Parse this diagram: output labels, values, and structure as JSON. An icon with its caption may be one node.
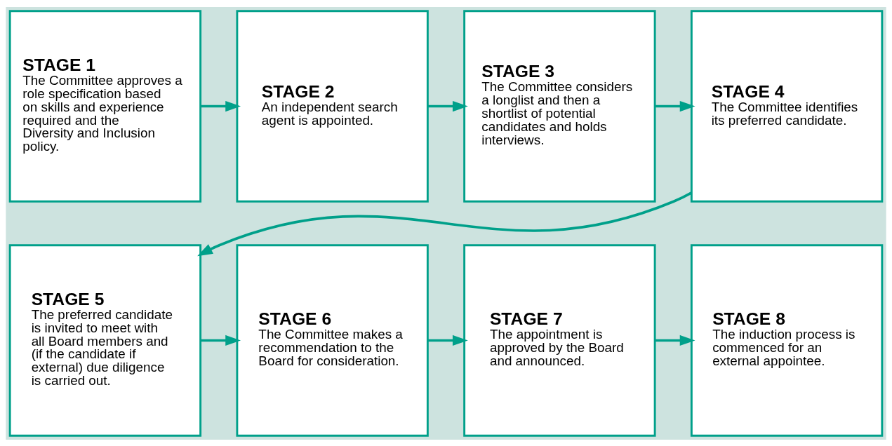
{
  "diagram": {
    "nodes": [
      {
        "text": [
          "STAGE 1",
          "The Committee approves a role specification based on skills and experience required and the Diversity and Inclusion policy."
        ]
      },
      {
        "text": [
          "STAGE 2",
          "An independent search agent is appointed."
        ]
      },
      {
        "text": [
          "STAGE 3",
          "The Committee considers a longlist and then a shortlist of potential candidates and holds interviews."
        ]
      },
      {
        "text": [
          "STAGE 4",
          "The Committee identifies its preferred candidate."
        ]
      },
      {
        "text": [
          "STAGE 5",
          "The preferred candidate is invited to meet with all Board members and (if the candidate if external) due diligence is carried out."
        ]
      },
      {
        "text": [
          "STAGE 6",
          "The Committee makes a recommendation to the Board for consideration."
        ]
      },
      {
        "text": [
          "STAGE 7",
          "The appointment is approved by the Board and announced."
        ]
      },
      {
        "text": [
          "STAGE 8",
          "The induction process is commenced for an external appointee."
        ]
      }
    ],
    "edges": [
      {
        "from": 0,
        "to": 1,
        "arrow": "to"
      },
      {
        "from": 1,
        "to": 2,
        "arrow": "to"
      },
      {
        "from": 2,
        "to": 3,
        "arrow": "to"
      },
      {
        "from": 3,
        "to": 4,
        "arrow": "to"
      },
      {
        "from": 4,
        "to": 5,
        "arrow": "to"
      },
      {
        "from": 5,
        "to": 6,
        "arrow": "to"
      },
      {
        "from": 6,
        "to": 7,
        "arrow": "to"
      }
    ]
  }
}
